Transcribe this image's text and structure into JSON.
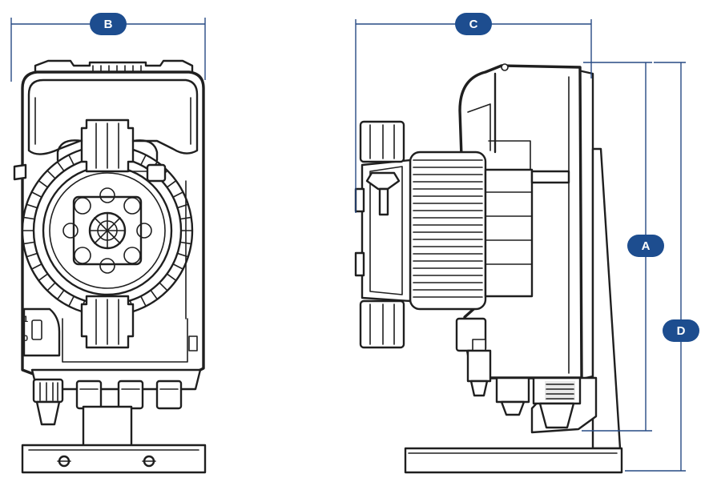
{
  "dimensions": {
    "A": "A",
    "B": "B",
    "C": "C",
    "D": "D"
  },
  "switch": {
    "on": "1",
    "off": "0"
  },
  "colors": {
    "badge": "#1d4d8f",
    "dimension_line": "#274a84",
    "outline": "#1f1f1f"
  }
}
